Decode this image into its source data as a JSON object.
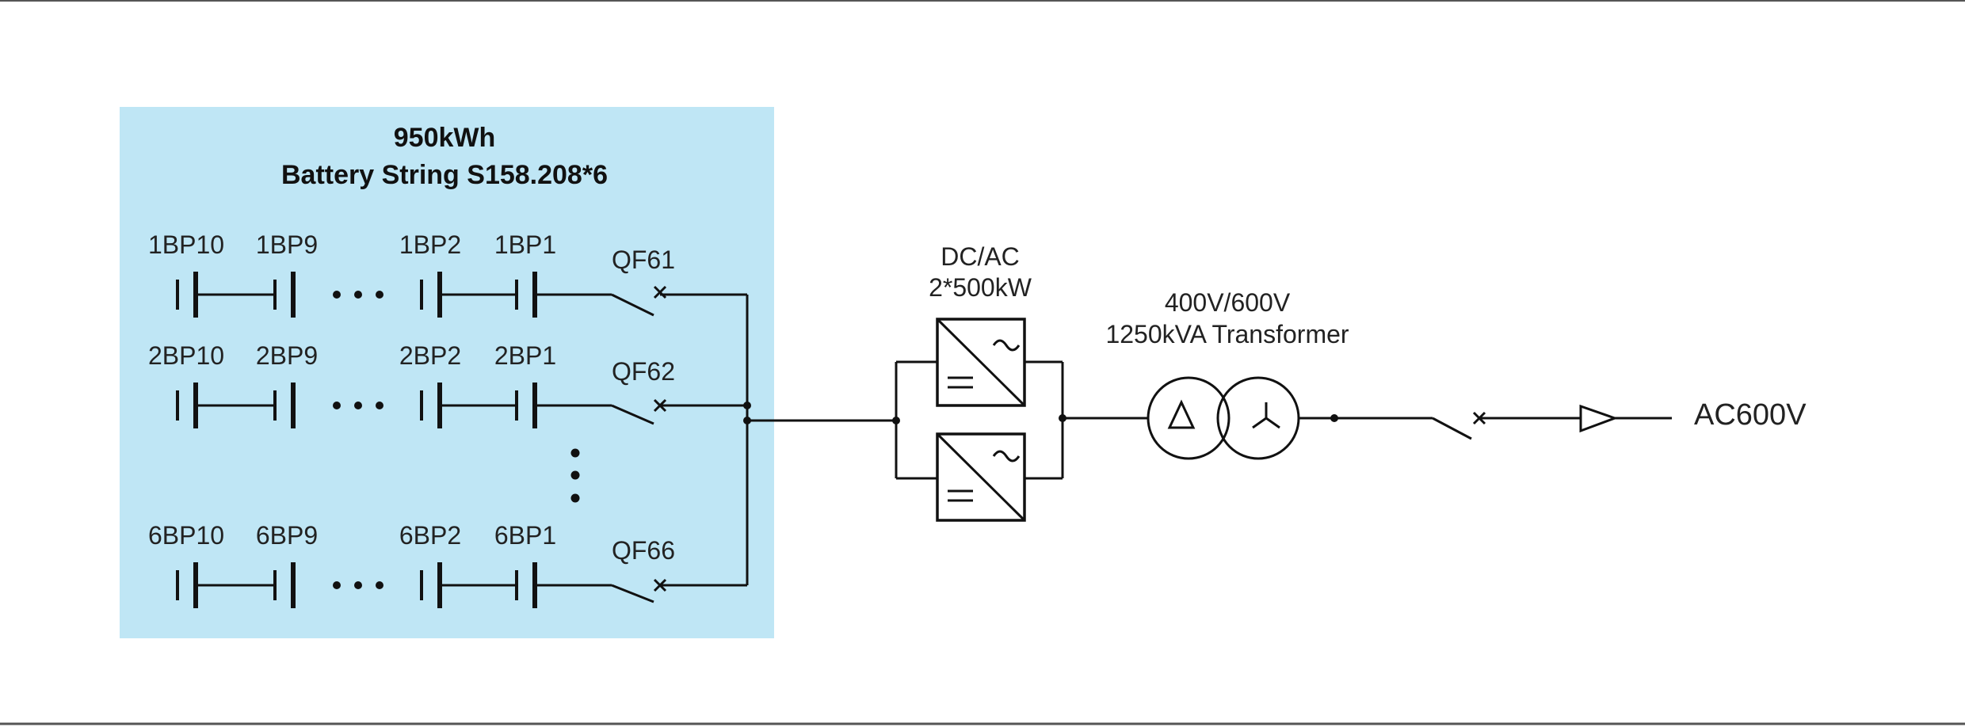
{
  "battery_block": {
    "title_line1": "950kWh",
    "title_line2": "Battery String S158.208*6",
    "fill_color": "#bfe6f5",
    "strings": [
      {
        "cells": [
          "1BP10",
          "1BP9",
          "1BP2",
          "1BP1"
        ],
        "breaker": "QF61"
      },
      {
        "cells": [
          "2BP10",
          "2BP9",
          "2BP2",
          "2BP1"
        ],
        "breaker": "QF62"
      },
      {
        "cells": [
          "6BP10",
          "6BP9",
          "6BP2",
          "6BP1"
        ],
        "breaker": "QF66"
      }
    ]
  },
  "converter": {
    "line1": "DC/AC",
    "line2": "2*500kW"
  },
  "transformer": {
    "line1": "400V/600V",
    "line2": "1250kVA Transformer"
  },
  "output_label": "AC600V"
}
